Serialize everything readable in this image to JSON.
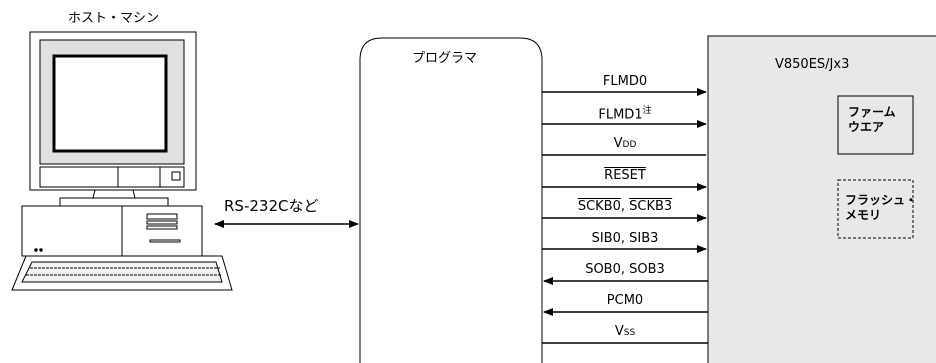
{
  "host": {
    "title": "ホスト・マシン"
  },
  "link_label": "RS-232Cなど",
  "programmer": {
    "title": "プログラマ"
  },
  "device": {
    "title": "V850ES/Jx3",
    "firmware_line1": "ファーム",
    "firmware_line2": "ウエア",
    "flash_line1": "フラッシュ・",
    "flash_line2": "メモリ"
  },
  "signals": {
    "flmd0": "FLMD0",
    "flmd1": "FLMD1",
    "flmd1_note": "注",
    "vdd_main": "V",
    "vdd_sub": "DD",
    "reset": "RESET",
    "sckb0": "SCKB0",
    "sckb_sep": ", ",
    "sckb3": "SCKB3",
    "sib": "SIB0, SIB3",
    "sob": "SOB0, SOB3",
    "pcm0": "PCM0",
    "vss_main": "V",
    "vss_sub": "SS"
  },
  "colors": {
    "device_fill": "#e8e8e8",
    "line": "#000000"
  },
  "icons": [
    "computer-icon",
    "arrow-icon"
  ]
}
